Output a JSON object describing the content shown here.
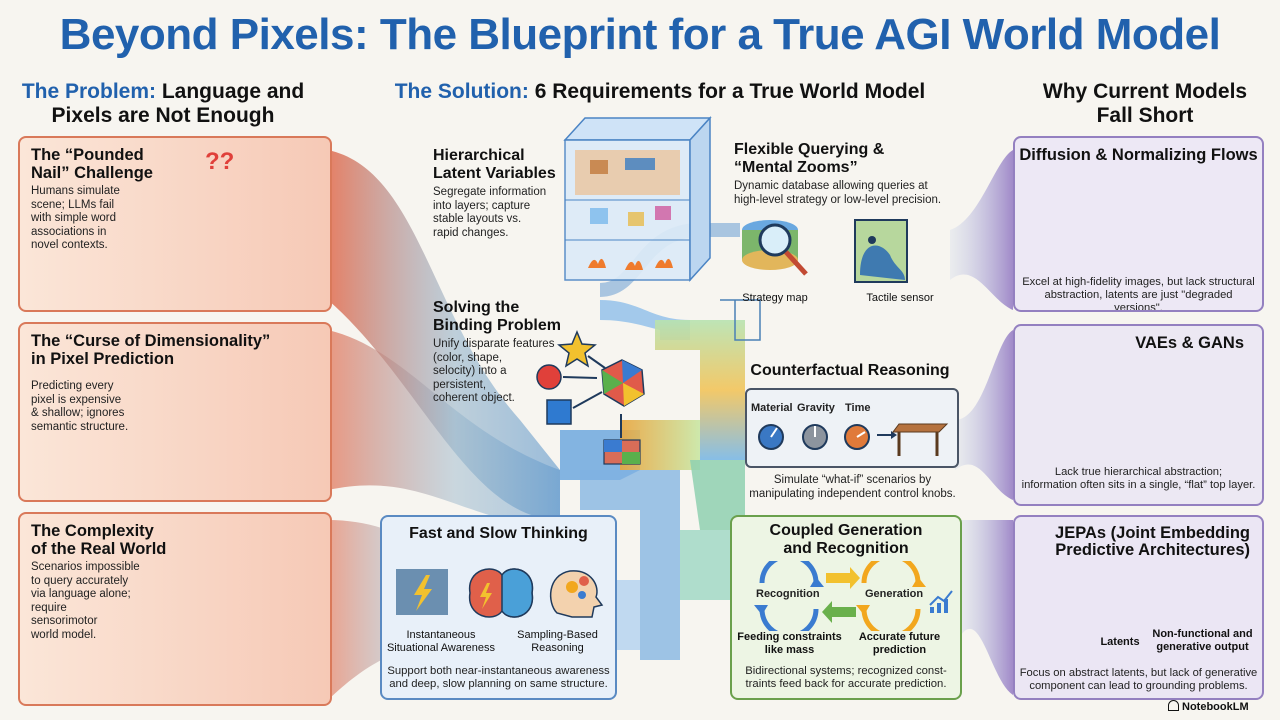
{
  "title": "Beyond Pixels: The Blueprint for a True AGI World Model",
  "columns": {
    "left": {
      "accent": "The Problem:",
      "rest_line1": " Language and",
      "line2": "Pixels are Not Enough"
    },
    "middle": {
      "accent": "The Solution:",
      "rest": " 6 Requirements for a True World Model"
    },
    "right": {
      "line1": "Why Current Models",
      "line2": "Fall Short"
    }
  },
  "problems": [
    {
      "title_l1": "The “Pounded",
      "title_l2": "Nail” Challenge",
      "desc": [
        "Humans simulate",
        "scene; LLMs fail",
        "with simple word",
        "associations in",
        "novel contexts."
      ],
      "decor_text": "??"
    },
    {
      "title_l1": "The “Curse of Dimensionality”",
      "title_l2": "in Pixel Prediction",
      "desc": [
        "Predicting every",
        "pixel is expensive",
        "& shallow; ignores",
        "semantic structure."
      ]
    },
    {
      "title_l1": "The Complexity",
      "title_l2": "of the Real World",
      "desc": [
        "Scenarios impossible",
        "to query accurately",
        "via language alone;",
        "require",
        "sensorimotor",
        "world model."
      ]
    }
  ],
  "requirements": {
    "hierarchical": {
      "title_l1": "Hierarchical",
      "title_l2": "Latent Variables",
      "desc": [
        "Segregate information",
        "into layers; capture",
        "stable layouts vs.",
        "rapid changes."
      ]
    },
    "flexible": {
      "title_l1": "Flexible Querying &",
      "title_l2": "“Mental Zooms”",
      "desc": [
        "Dynamic database allowing queries at",
        "high-level strategy or low-level precision."
      ],
      "label_a": "Strategy map",
      "label_b": "Tactile sensor"
    },
    "binding": {
      "title_l1": "Solving the",
      "title_l2": "Binding Problem",
      "desc": [
        "Unify disparate features",
        "(color, shape,",
        "selocity) into a",
        "persistent,",
        "coherent object."
      ]
    },
    "counterfactual": {
      "title": "Counterfactual Reasoning",
      "knobs": [
        "Material",
        "Gravity",
        "Time"
      ],
      "desc": [
        "Simulate “what-if” scenarios by",
        "manipulating independent control knobs."
      ]
    },
    "fastslow": {
      "title": "Fast and Slow Thinking",
      "label_a_l1": "Instantaneous",
      "label_a_l2": "Situational Awareness",
      "label_b_l1": "Sampling-Based",
      "label_b_l2": "Reasoning",
      "desc": [
        "Support both near-instantaneous awareness",
        "and deep, slow planning on same structure."
      ]
    },
    "coupled": {
      "title_l1": "Coupled Generation",
      "title_l2": "and Recognition",
      "node_a": "Recognition",
      "node_b": "Generation",
      "label_a_l1": "Feeding constraints",
      "label_a_l2": "like mass",
      "label_b_l1": "Accurate future",
      "label_b_l2": "prediction",
      "desc": [
        "Bidirectional systems; recognized const-",
        "traints feed back for accurate prediction."
      ]
    }
  },
  "shortfalls": [
    {
      "title": "Diffusion & Normalizing Flows",
      "desc": [
        "Excel at high-fidelity images, but lack structural",
        "abstraction, latents are just \"degraded versions\"."
      ]
    },
    {
      "title": "VAEs & GANs",
      "desc": [
        "Lack true hierarchical abstraction;",
        "information often sits in a single, “flat” top layer."
      ]
    },
    {
      "title_l1": "JEPAs (Joint Embedding",
      "title_l2": "Predictive Architectures)",
      "label_a": "Latents",
      "label_b_l1": "Non-functional and",
      "label_b_l2": "generative output",
      "desc": [
        "Focus on abstract latents, but lack of generative",
        "component can lead to grounding problems."
      ]
    }
  ],
  "brand": "NotebookLM",
  "colors": {
    "title_blue": "#2161ad",
    "problem_border": "#d9795a",
    "shortfall_border": "#9480c0",
    "fastslow_border": "#5a8ac2",
    "coupled_border": "#6aa04c"
  }
}
